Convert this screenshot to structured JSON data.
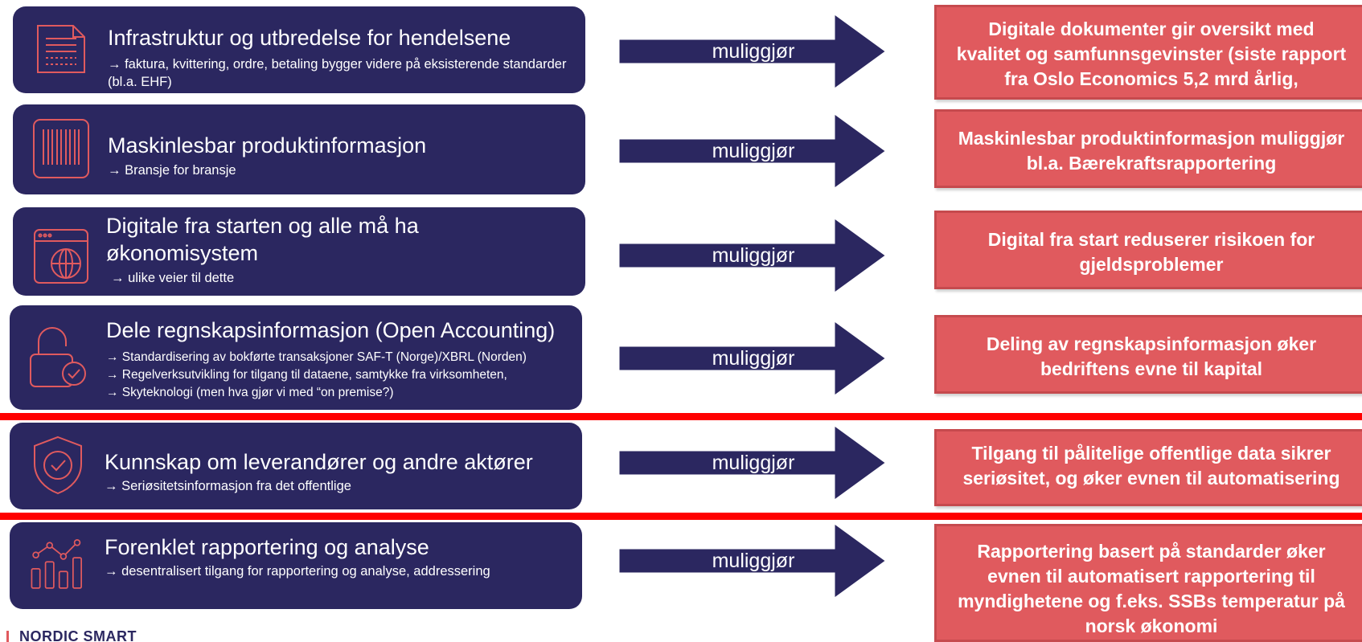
{
  "colors": {
    "card_bg": "#2b2760",
    "accent": "#e05a5e",
    "divider": "#ff0000"
  },
  "rows": [
    {
      "icon": "document-icon",
      "title": "Infrastruktur og utbredelse for hendelsene",
      "subs": [
        "→ faktura, kvittering, ordre, betaling bygger videre på eksisterende standarder (bl.a. EHF)"
      ],
      "arrow_label": "muliggjør",
      "result": "Digitale dokumenter gir oversikt med kvalitet og samfunnsgevinster (siste rapport fra Oslo Economics 5,2 mrd årlig,"
    },
    {
      "icon": "barcode-icon",
      "title": "Maskinlesbar produktinformasjon",
      "subs": [
        "→ Bransje for bransje"
      ],
      "arrow_label": "muliggjør",
      "result": "Maskinlesbar produktinformasjon muliggjør bl.a. Bærekraftsrapportering"
    },
    {
      "icon": "web-globe-icon",
      "title": "Digitale fra starten og alle må ha økonomisystem",
      "subs": [
        "→ ulike veier til dette"
      ],
      "arrow_label": "muliggjør",
      "result": "Digital fra start reduserer risikoen for gjeldsproblemer"
    },
    {
      "icon": "unlock-check-icon",
      "title": "Dele regnskapsinformasjon (Open Accounting)",
      "subs": [
        "→ Standardisering av bokførte transaksjoner SAF-T (Norge)/XBRL (Norden)",
        "→ Regelverksutvikling for tilgang til dataene, samtykke fra virksomheten,",
        "→ Skyteknologi (men hva gjør vi med “on premise?)"
      ],
      "arrow_label": "muliggjør",
      "result": "Deling av regnskapsinformasjon øker bedriftens evne til kapital"
    },
    {
      "icon": "shield-check-icon",
      "title": "Kunnskap om leverandører og andre aktører",
      "subs": [
        "→ Seriøsitetsinformasjon fra det offentlige"
      ],
      "arrow_label": "muliggjør",
      "result": "Tilgang til pålitelige offentlige data sikrer seriøsitet, og øker evnen til automatisering"
    },
    {
      "icon": "analytics-chart-icon",
      "title": "Forenklet rapportering og analyse",
      "subs": [
        "→ desentralisert tilgang for rapportering og analyse, addressering"
      ],
      "arrow_label": "muliggjør",
      "result": "Rapportering basert på standarder øker evnen til automatisert rapportering til myndighetene og f.eks. SSBs temperatur på norsk økonomi"
    }
  ],
  "footer": {
    "brand": "NORDIC SMART"
  }
}
